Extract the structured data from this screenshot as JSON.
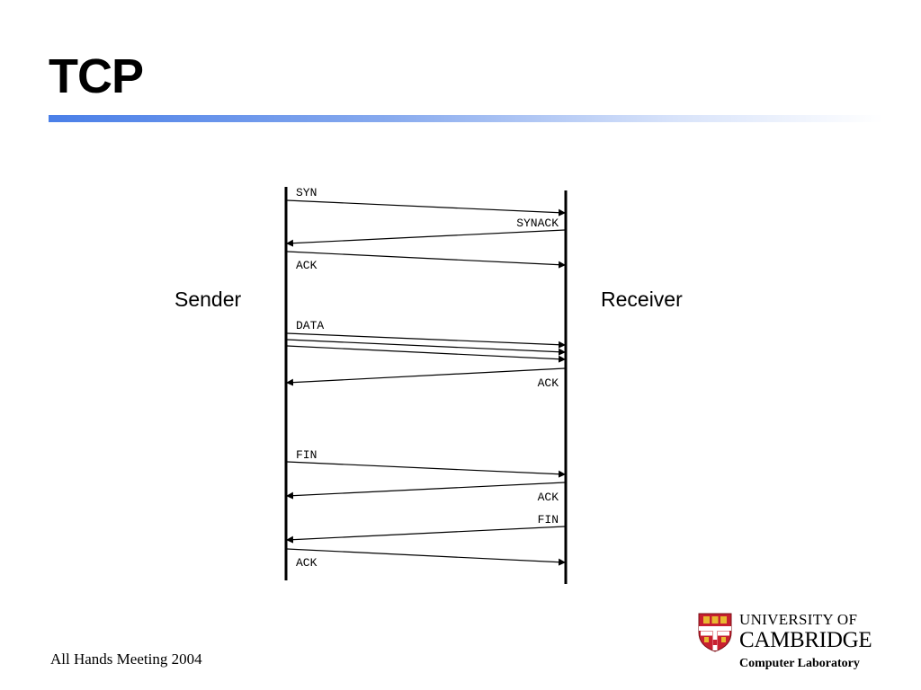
{
  "slide": {
    "title": "TCP",
    "footer": "All Hands Meeting 2004"
  },
  "diagram": {
    "left_party": "Sender",
    "right_party": "Receiver",
    "messages": [
      {
        "label": "SYN",
        "direction": "right"
      },
      {
        "label": "SYNACK",
        "direction": "left"
      },
      {
        "label": "ACK",
        "direction": "right"
      },
      {
        "label": "DATA",
        "direction": "right"
      },
      {
        "label": "",
        "direction": "right"
      },
      {
        "label": "",
        "direction": "right"
      },
      {
        "label": "ACK",
        "direction": "left"
      },
      {
        "label": "FIN",
        "direction": "right"
      },
      {
        "label": "ACK",
        "direction": "left"
      },
      {
        "label": "FIN",
        "direction": "left"
      },
      {
        "label": "ACK",
        "direction": "right"
      }
    ]
  },
  "logo": {
    "line1": "UNIVERSITY OF",
    "line2": "CAMBRIDGE",
    "line3": "Computer Laboratory",
    "colors": {
      "shield_red": "#c8202f",
      "shield_white": "#ffffff",
      "lion_gold": "#e8b830"
    }
  }
}
